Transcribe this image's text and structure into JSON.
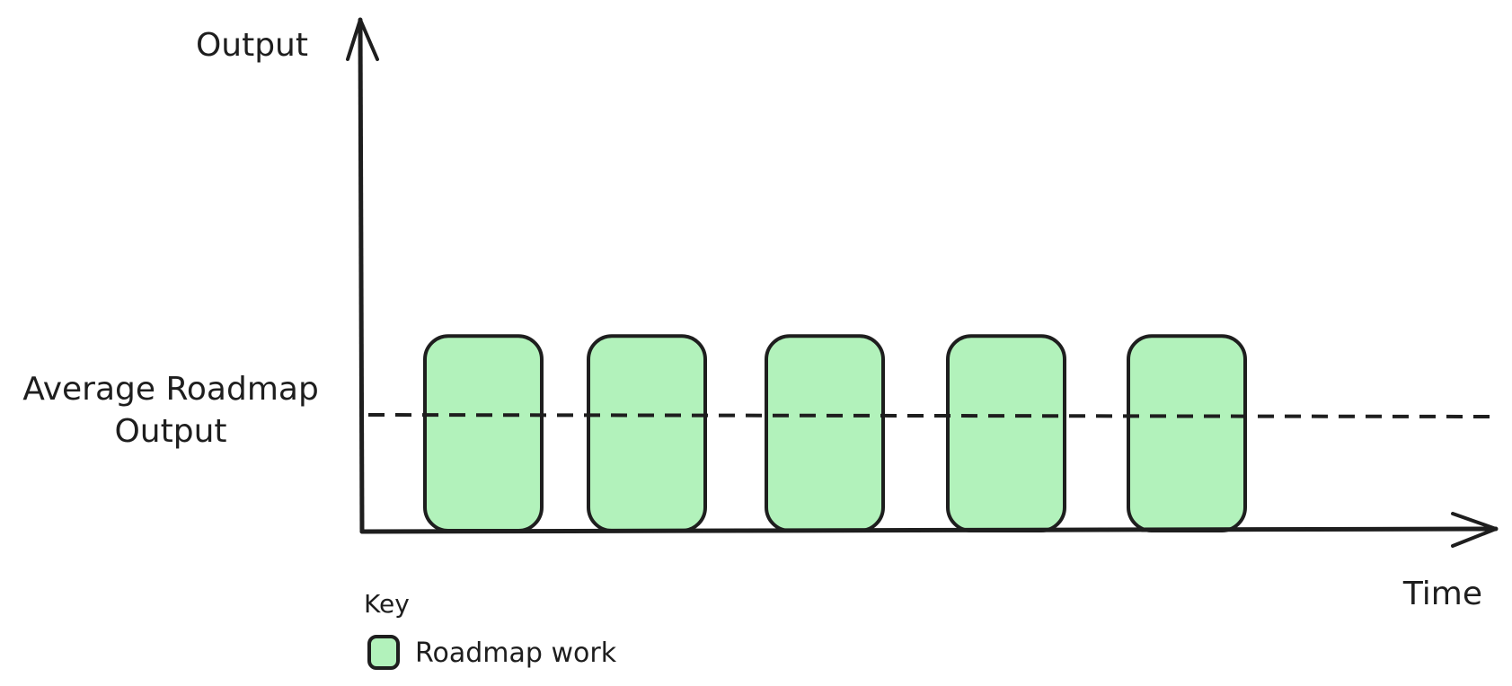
{
  "chart_data": {
    "type": "bar",
    "ylabel": "Output",
    "xlabel": "Time",
    "categories": [
      "",
      "",
      "",
      "",
      ""
    ],
    "series": [
      {
        "name": "Roadmap work",
        "values": [
          1.68,
          1.68,
          1.68,
          1.68,
          1.68
        ]
      }
    ],
    "reference_line": {
      "label_lines": [
        "Average Roadmap",
        "Output"
      ],
      "value": 1.0,
      "style": "dashed"
    },
    "ylim": [
      0,
      4.4
    ],
    "grid": false,
    "legend": {
      "title": "Key",
      "position": "bottom-left",
      "entries": [
        "Roadmap work"
      ]
    },
    "colors": {
      "bar_fill": "#b2f2bb",
      "stroke": "#1e1e1e",
      "background": "#ffffff"
    }
  }
}
